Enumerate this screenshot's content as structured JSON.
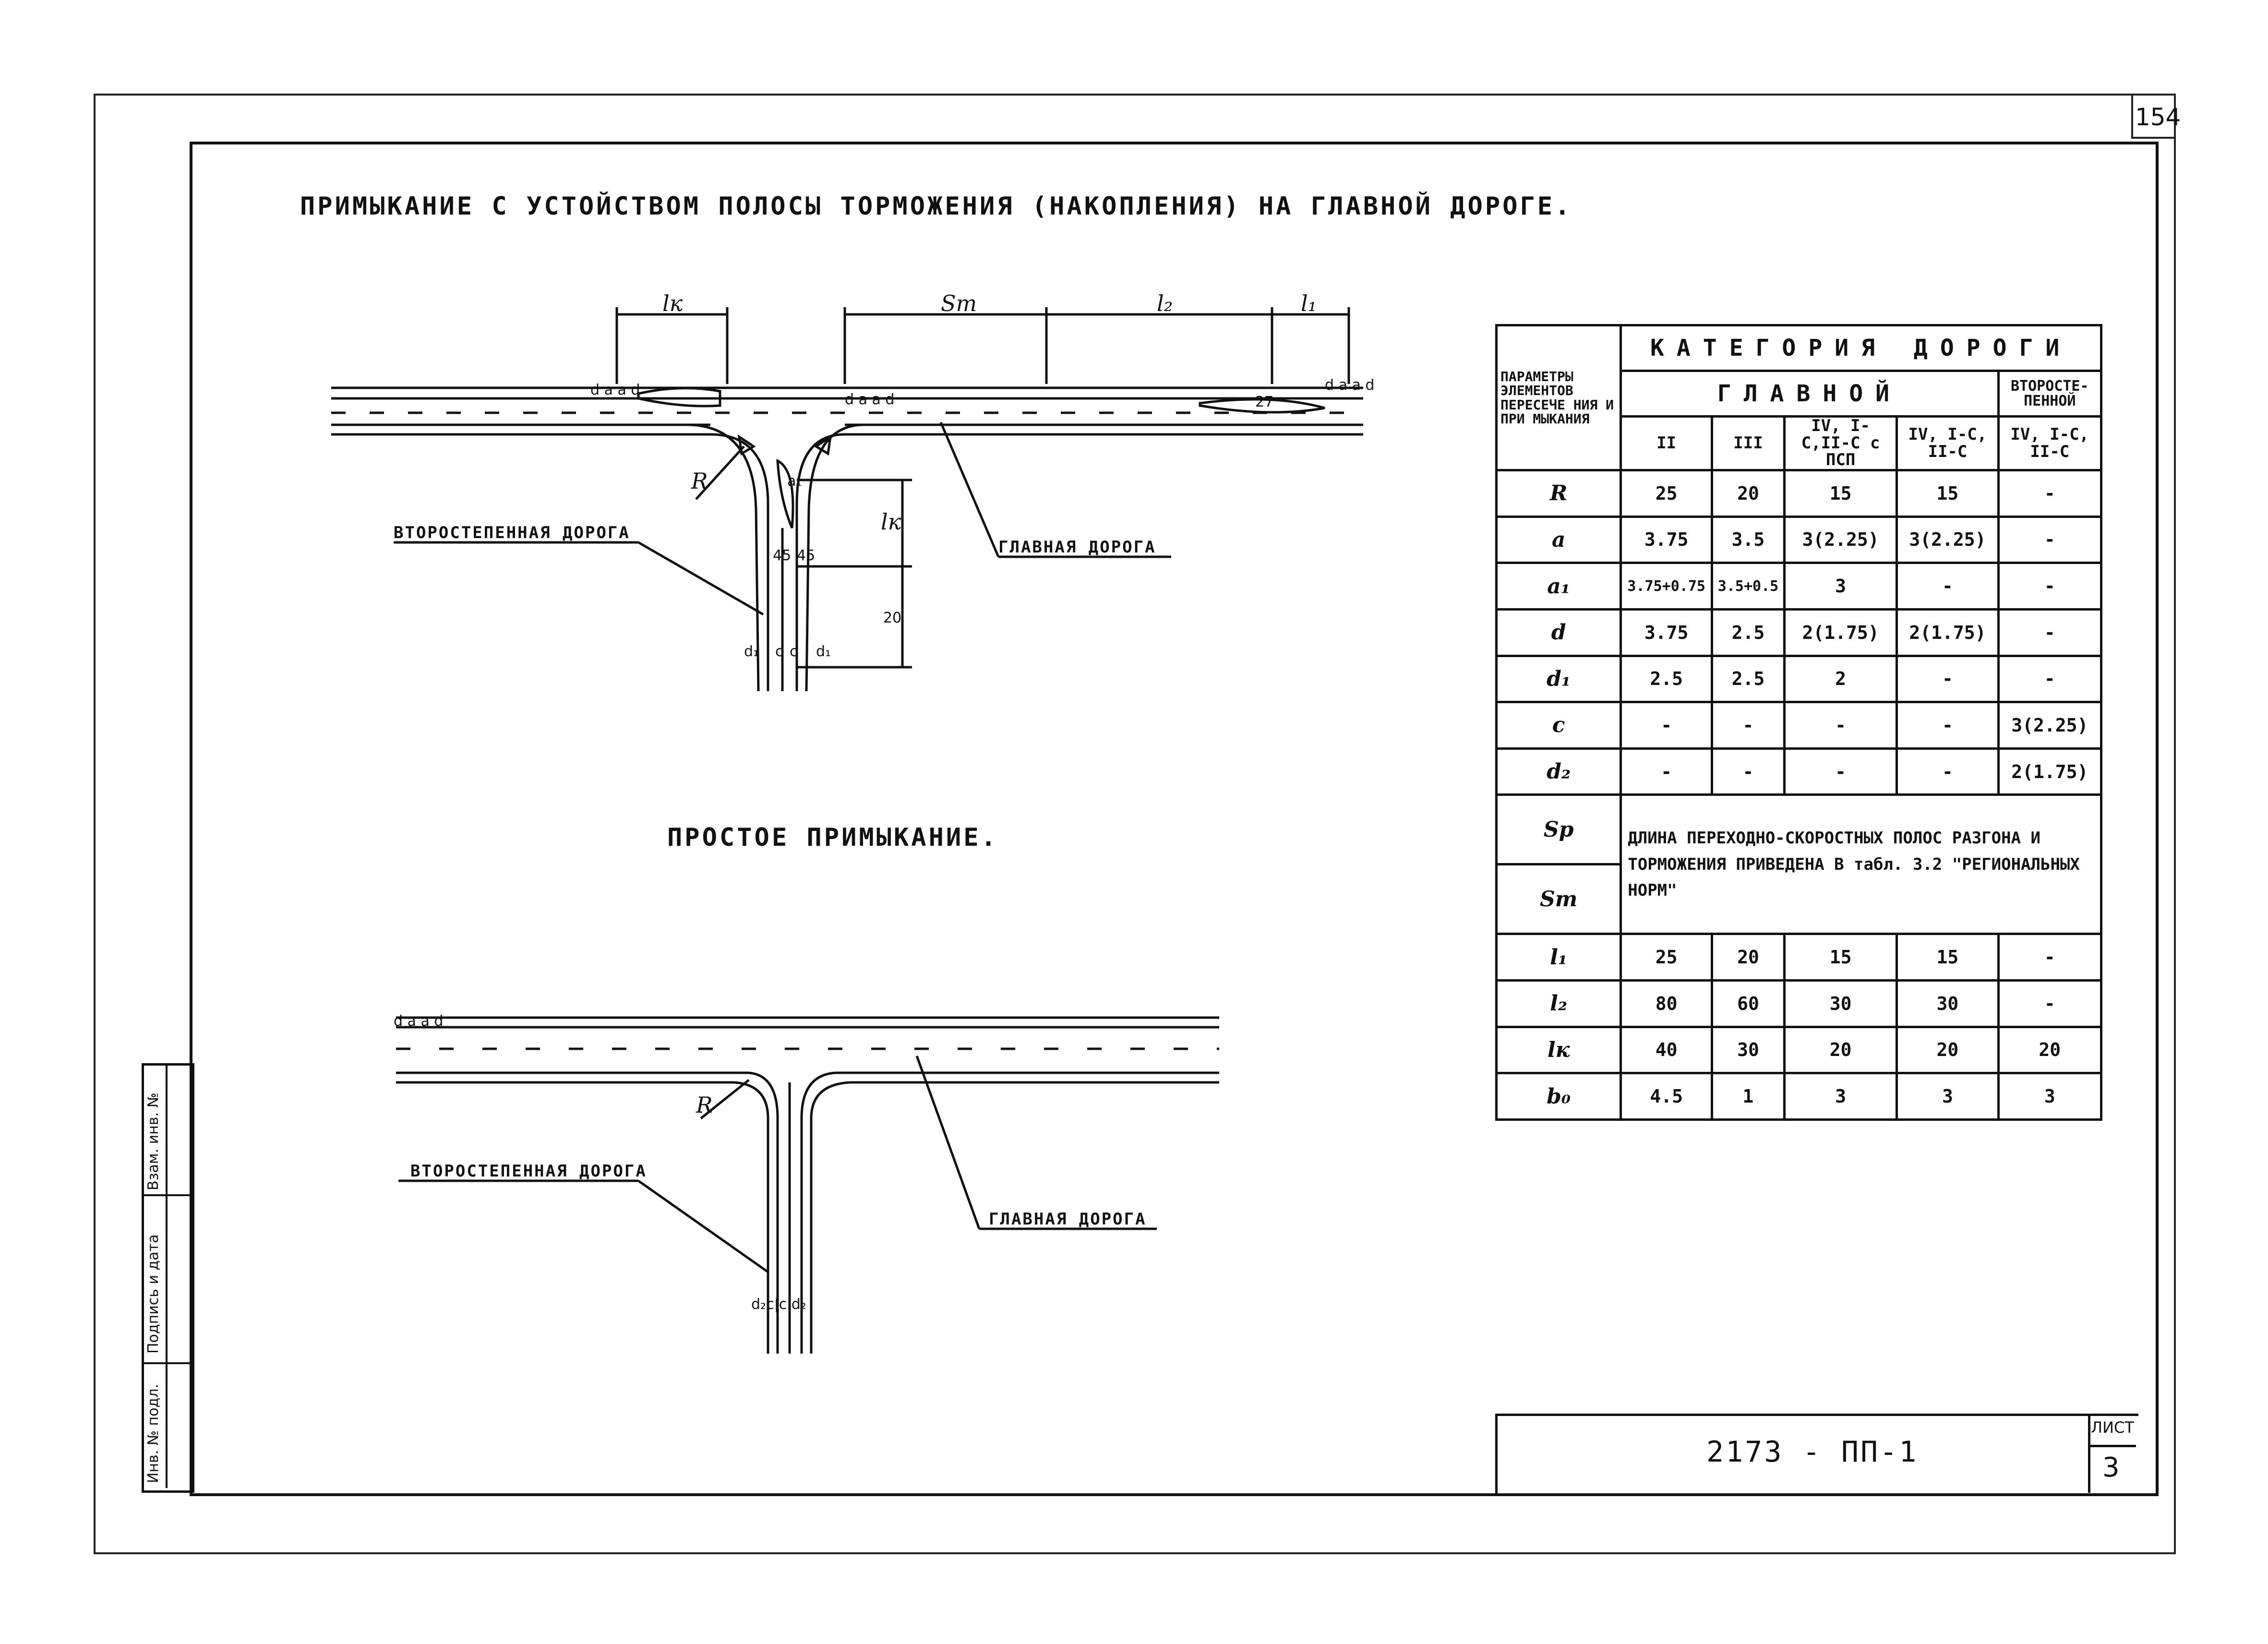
{
  "sheet_number_corner": "154",
  "heading_top": "ПРИМЫКАНИЕ С УСТОЙСТВОМ ПОЛОСЫ ТОРМОЖЕНИЯ (НАКОПЛЕНИЯ) НА ГЛАВНОЙ ДОРОГЕ.",
  "heading_bottom": "ПРОСТОЕ ПРИМЫКАНИЕ.",
  "labels": {
    "secondary_road": "ВТОРОСТЕПЕННАЯ ДОРОГА",
    "main_road": "ГЛАВНАЯ ДОРОГА"
  },
  "dims": {
    "lk_top": "lк",
    "st": "Sт",
    "l2": "l₂",
    "l1": "l₁",
    "lk_side": "lк",
    "twenty": "20",
    "r": "R",
    "a1": "a₁",
    "angle_left": "45",
    "angle_right": "45",
    "d1_left": "d₁",
    "c_left": "c",
    "c_right": "c",
    "d1_right": "d₁",
    "bottom_labels": "d₂c|c d₂",
    "a_marks": "d a a d",
    "mark_27": "27"
  },
  "table": {
    "param_header": "ПАРАМЕТРЫ ЭЛЕМЕНТОВ ПЕРЕСЕЧЕ НИЯ И ПРИ МЫКАНИЯ",
    "category_header": "КАТЕГОРИЯ ДОРОГИ",
    "main_header": "ГЛАВНОЙ",
    "secondary_header": "ВТОРОСТЕ-ПЕННОЙ",
    "subheaders": [
      "II",
      "III",
      "IV, I-С,II-С с ПСП",
      "IV, I-С, II-С",
      "IV, I-С, II-С"
    ],
    "rows": [
      {
        "param": "R",
        "values": [
          "25",
          "20",
          "15",
          "15",
          "-"
        ]
      },
      {
        "param": "a",
        "values": [
          "3.75",
          "3.5",
          "3(2.25)",
          "3(2.25)",
          "-"
        ]
      },
      {
        "param": "a₁",
        "values": [
          "3.75+0.75",
          "3.5+0.5",
          "3",
          "-",
          "-"
        ]
      },
      {
        "param": "d",
        "values": [
          "3.75",
          "2.5",
          "2(1.75)",
          "2(1.75)",
          "-"
        ]
      },
      {
        "param": "d₁",
        "values": [
          "2.5",
          "2.5",
          "2",
          "-",
          "-"
        ]
      },
      {
        "param": "c",
        "values": [
          "-",
          "-",
          "-",
          "-",
          "3(2.25)"
        ]
      },
      {
        "param": "d₂",
        "values": [
          "-",
          "-",
          "-",
          "-",
          "2(1.75)"
        ]
      }
    ],
    "sp": "Sр",
    "st": "Sт",
    "note": "ДЛИНА ПЕРЕХОДНО-СКОРОСТНЫХ ПОЛОС РАЗГОНА И ТОРМОЖЕНИЯ ПРИВЕДЕНА В табл. 3.2 \"РЕГИОНАЛЬНЫХ НОРМ\"",
    "rows2": [
      {
        "param": "l₁",
        "values": [
          "25",
          "20",
          "15",
          "15",
          "-"
        ]
      },
      {
        "param": "l₂",
        "values": [
          "80",
          "60",
          "30",
          "30",
          "-"
        ]
      },
      {
        "param": "lк",
        "values": [
          "40",
          "30",
          "20",
          "20",
          "20"
        ]
      },
      {
        "param": "b₀",
        "values": [
          "4.5",
          "1",
          "3",
          "3",
          "3"
        ]
      }
    ]
  },
  "title_block": {
    "code": "2173 - ПП-1",
    "list_label": "ЛИСТ",
    "list_number": "3"
  },
  "side_strip": {
    "inv_podl": "Инв. № подл.",
    "podpis": "Подпись и дата",
    "vzam": "Взам. инв. №"
  }
}
